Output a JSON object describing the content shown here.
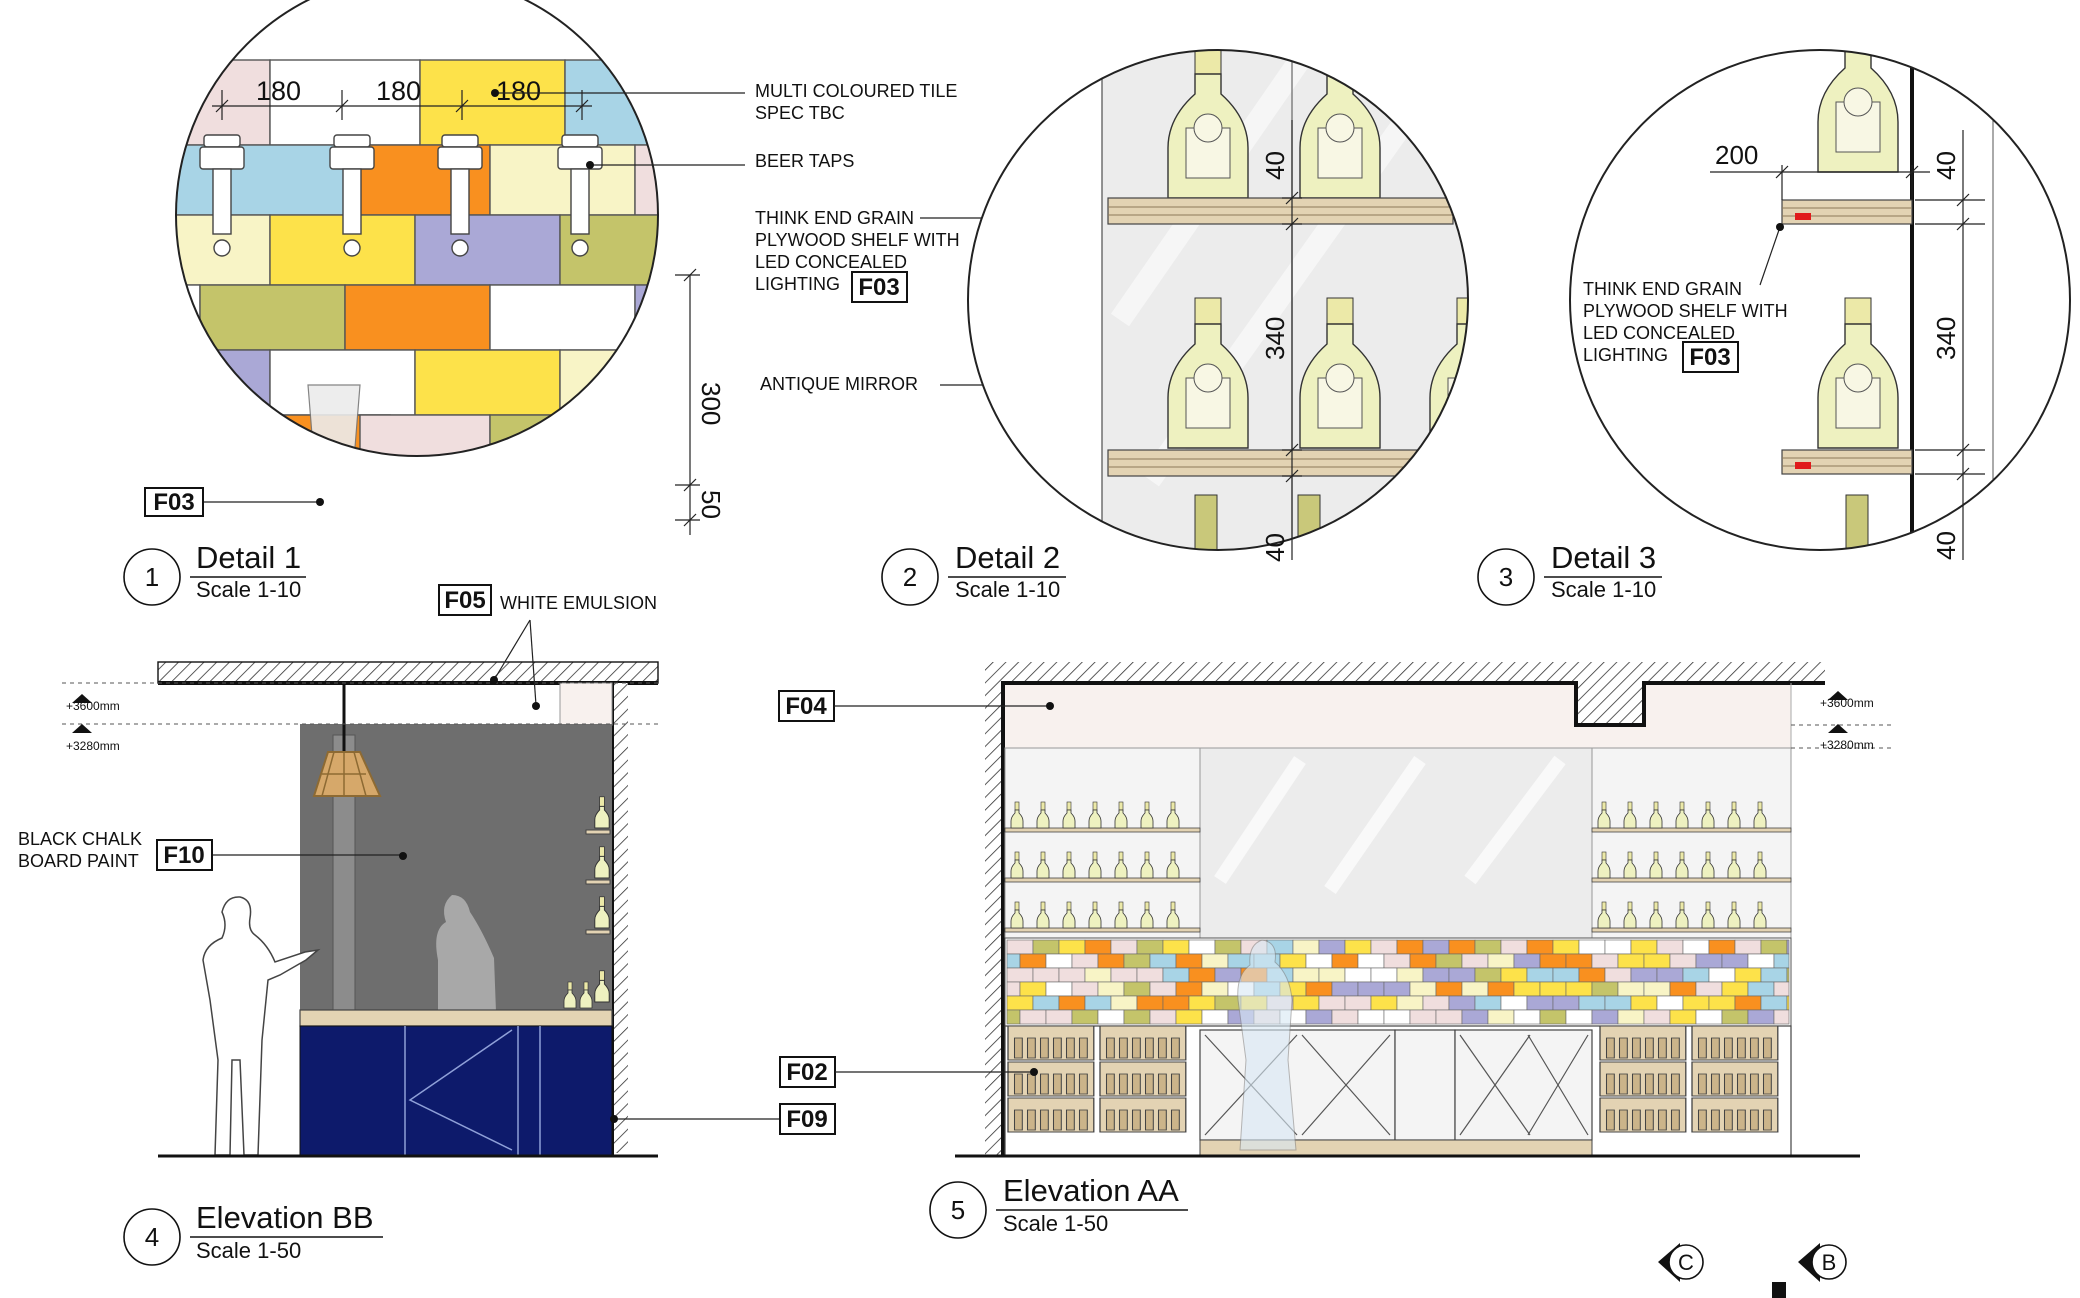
{
  "tags": {
    "f02": "F02",
    "f03": "F03",
    "f04": "F04",
    "f05": "F05",
    "f09": "F09",
    "f10": "F10"
  },
  "notes": {
    "multi_tile_1": "MULTI COLOURED TILE",
    "multi_tile_2": "SPEC TBC",
    "beer_taps": "BEER TAPS",
    "shelf_1": "THINK END GRAIN",
    "shelf_2": "PLYWOOD SHELF WITH",
    "shelf_3": "LED CONCEALED",
    "shelf_4": "LIGHTING",
    "antique_mirror": "ANTIQUE MIRROR",
    "white_emulsion": "WHITE EMULSION",
    "chalk_1": "BLACK CHALK",
    "chalk_2": "BOARD PAINT"
  },
  "dims": {
    "d180": "180",
    "d300": "300",
    "d50": "50",
    "d40": "40",
    "d340": "340",
    "d200": "200"
  },
  "levels": {
    "upper": "+3600mm",
    "lower": "+3280mm"
  },
  "titles": [
    {
      "num": "1",
      "name": "Detail 1",
      "scale": "Scale 1-10"
    },
    {
      "num": "2",
      "name": "Detail 2",
      "scale": "Scale 1-10"
    },
    {
      "num": "3",
      "name": "Detail 3",
      "scale": "Scale 1-10"
    },
    {
      "num": "4",
      "name": "Elevation BB",
      "scale": "Scale 1-50"
    },
    {
      "num": "5",
      "name": "Elevation AA",
      "scale": "Scale 1-50"
    }
  ],
  "section_markers": {
    "c": "C",
    "b": "B"
  },
  "colors": {
    "tile_yellow": "#fde24a",
    "tile_orange": "#f9901f",
    "tile_blue": "#a8d4e6",
    "tile_pink": "#f0dede",
    "tile_olive": "#c4c46a",
    "tile_purple": "#aaa8d6",
    "tile_cream": "#f8f4c6",
    "plywood": "#e3d3b3",
    "bottle": "#f0f3c0",
    "chalkboard": "#6e6e6e",
    "navy_counter": "#0d1a6b",
    "ceiling_band": "#f8f1ee"
  }
}
